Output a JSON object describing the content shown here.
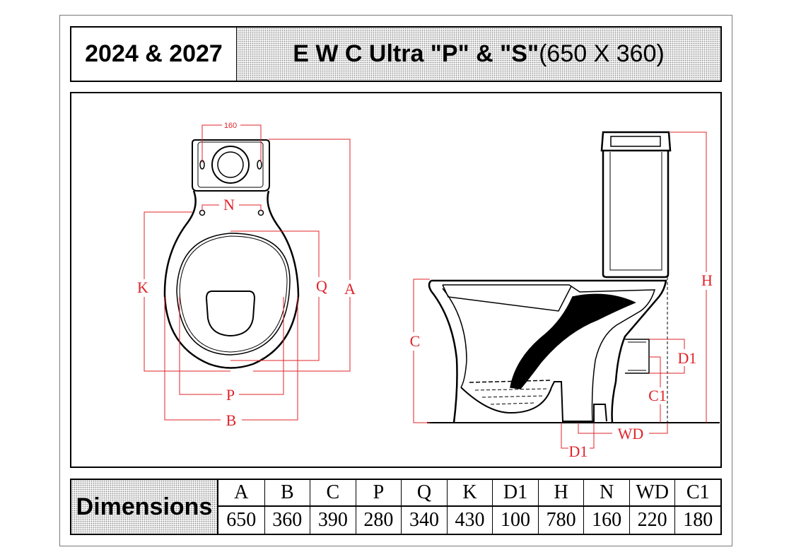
{
  "header": {
    "model_numbers": "2024 & 2027",
    "title_bold": "E W C Ultra \"P\" & \"S\"",
    "title_size": " (650 X 360)"
  },
  "drawing": {
    "labels": {
      "width_160": "160",
      "N": "N",
      "K": "K",
      "Q": "Q",
      "A": "A",
      "P": "P",
      "B": "B",
      "C": "C",
      "H": "H",
      "D1_side": "D1",
      "C1": "C1",
      "WD": "WD",
      "D1_bottom": "D1"
    },
    "dimension_color": "#e0232a"
  },
  "dimensions": {
    "label": "Dimensions",
    "headers": [
      "A",
      "B",
      "C",
      "P",
      "Q",
      "K",
      "D1",
      "H",
      "N",
      "WD",
      "C1"
    ],
    "values": [
      "650",
      "360",
      "390",
      "280",
      "340",
      "430",
      "100",
      "780",
      "160",
      "220",
      "180"
    ]
  }
}
